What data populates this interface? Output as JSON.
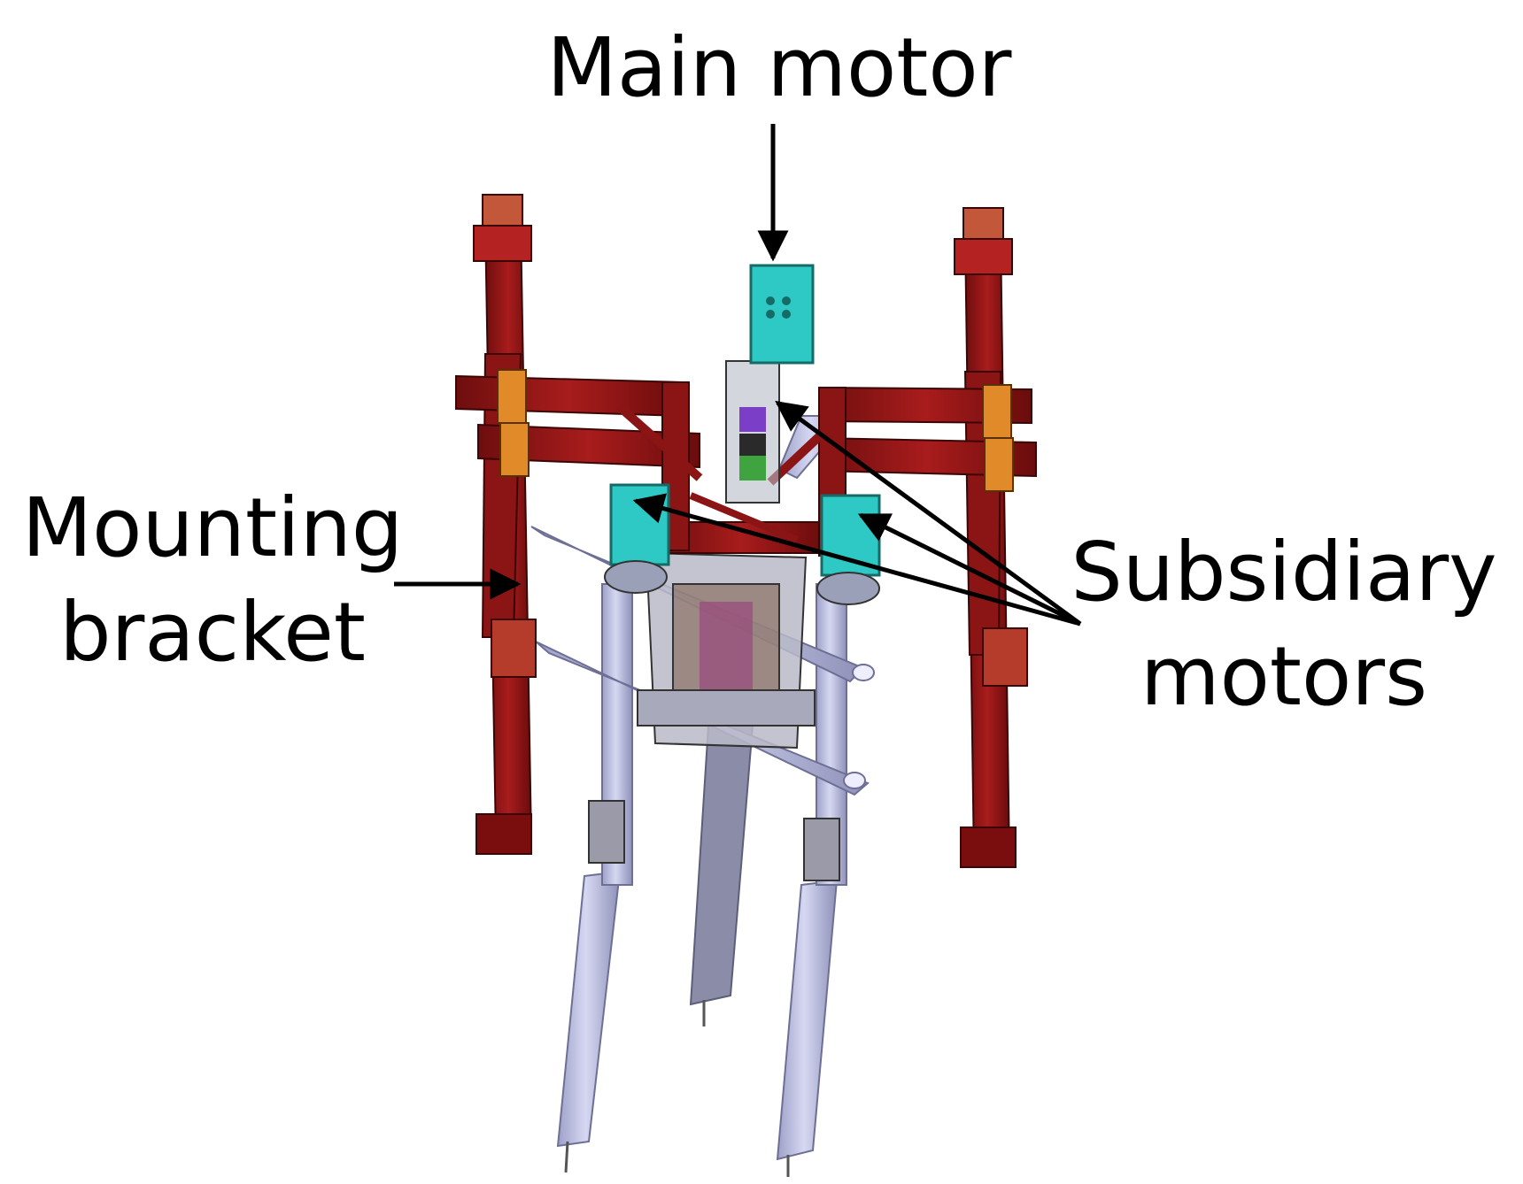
{
  "labels": {
    "main_motor": "Main motor",
    "mounting_bracket_line1": "Mounting",
    "mounting_bracket_line2": "bracket",
    "subsidiary_motors_line1": "Subsidiary",
    "subsidiary_motors_line2": "motors"
  },
  "colors": {
    "frame_red": "#8b1414",
    "frame_red_light": "#b52222",
    "bracket_orange": "#e08a2a",
    "motor_cyan": "#2ec9c4",
    "tube_lavender": "#c4c6ea",
    "housing_grey": "#b8bac8",
    "arrow_black": "#000000"
  }
}
